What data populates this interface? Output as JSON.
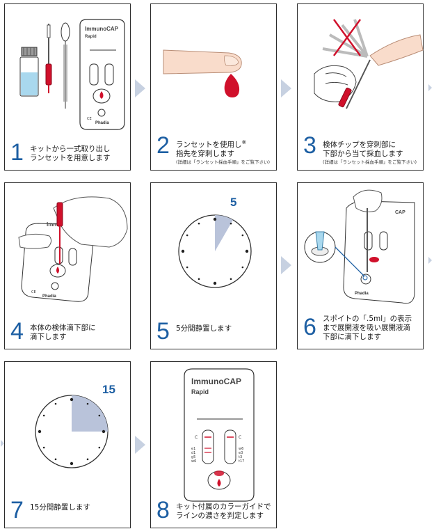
{
  "steps": [
    {
      "num": "1",
      "text1": "キットから一式取り出し",
      "text2": "ランセットを用意します"
    },
    {
      "num": "2",
      "text1": "ランセットを使用し",
      "sup": "※",
      "text2": "指先を穿刺します",
      "note": "(詳細は「ランセット採血手順」をご覧下さい)"
    },
    {
      "num": "3",
      "text1": "検体チップを穿刺部に",
      "text2": "下部から当て採血します",
      "note": "(詳細は「ランセット採血手順」をご覧下さい)"
    },
    {
      "num": "4",
      "text1": "本体の検体滴下部に",
      "text2": "滴下します"
    },
    {
      "num": "5",
      "text1": "5分間静置します",
      "timer": "5",
      "timer_minutes": 5
    },
    {
      "num": "6",
      "text1": "スポイトの「.5ml」の表示",
      "text2": "まで展開液を吸い展開液滴",
      "text3": "下部に滴下します"
    },
    {
      "num": "7",
      "text1": "15分間静置します",
      "timer": "15",
      "timer_minutes": 15
    },
    {
      "num": "8",
      "text1": "キット付属のカラーガイドで",
      "text2": "ラインの濃さを判定します"
    }
  ],
  "device": {
    "brand": "ImmunoCAP",
    "model": "Rapid",
    "maker": "Phadia",
    "ce_mark": "CE",
    "left_labels": [
      "e1",
      "d1",
      "g5",
      "w6"
    ],
    "right_labels": [
      "w6",
      "e3",
      "t3",
      "t17"
    ],
    "control_label": "C"
  },
  "colors": {
    "accent_blue": "#1d5fa3",
    "arrow": "#c7d1e1",
    "blood": "#d0102b",
    "timer_fill": "#b9c3da"
  }
}
